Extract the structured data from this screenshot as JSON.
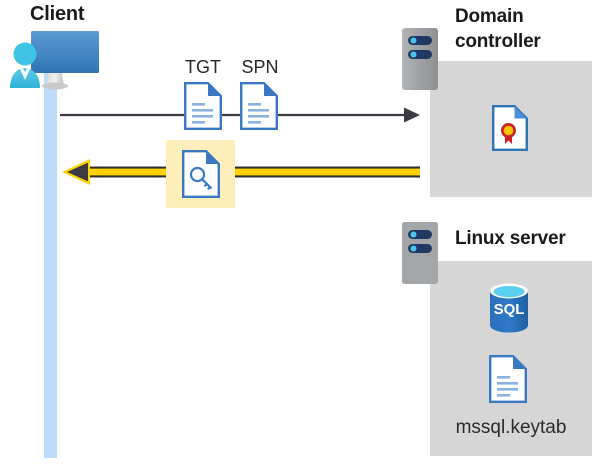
{
  "diagram": {
    "title_client": "Client",
    "title_domain_controller": "Domain\ncontroller",
    "title_domain_controller_line1": "Domain",
    "title_domain_controller_line2": "controller",
    "title_linux_server": "Linux server",
    "labels": {
      "tgt": "TGT",
      "spn": "SPN",
      "keytab_file": "mssql.keytab",
      "sql_icon_text": "SQL"
    },
    "icons": {
      "client": "client-workstation-icon",
      "server_rack": "server-rack-icon",
      "tgt_document": "document-icon",
      "spn_document": "document-icon",
      "key_document": "key-document-icon",
      "certificate_document": "certificate-document-icon",
      "keytab_document": "document-icon",
      "sql_database": "sql-database-icon"
    },
    "arrows": [
      {
        "name": "request-arrow",
        "direction": "right",
        "from": "Client",
        "to": "Domain controller",
        "color": "#3b3b45",
        "style": "thin-line"
      },
      {
        "name": "response-arrow",
        "direction": "left",
        "from": "Domain controller",
        "to": "Client",
        "color": "#ffd300",
        "outline": "#2f2f2f",
        "style": "thick-highlighted"
      }
    ],
    "colors": {
      "panel_gray": "#d6d6d6",
      "lifeline_blue": "#bcdcfb",
      "highlight_yellow": "#fdeeba",
      "arrow_yellow": "#ffd300",
      "arrow_dark": "#3b3b45",
      "doc_blue": "#3a78c3",
      "sql_blue": "#2a6fba",
      "server_gray": "#a3a6a9",
      "server_navy": "#1f3864",
      "seal_red": "#cf2027",
      "seal_gold": "#fbc400",
      "title_black": "#1a1a1a"
    }
  }
}
